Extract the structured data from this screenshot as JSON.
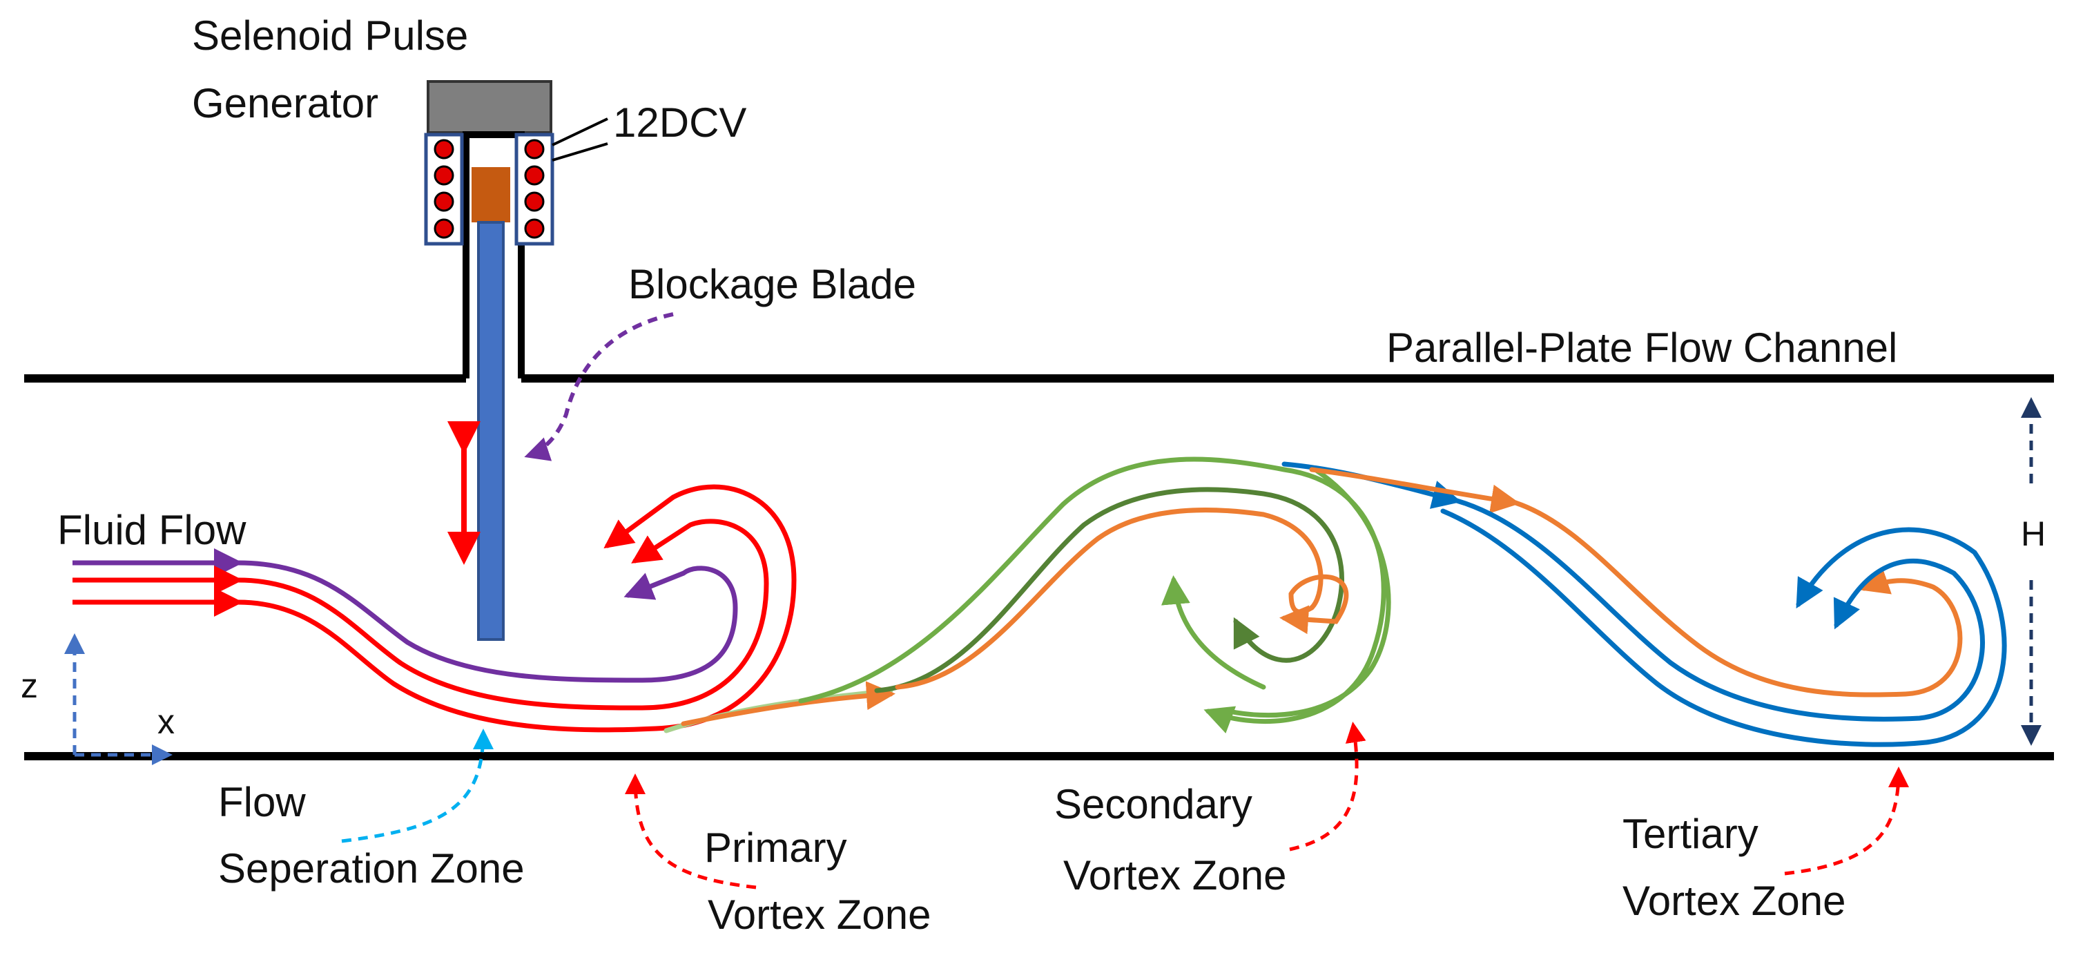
{
  "labels": {
    "selenoid_line1": "Selenoid Pulse",
    "selenoid_line2": "Generator",
    "voltage": "12DCV",
    "blade": "Blockage Blade",
    "channel": "Parallel-Plate Flow Channel",
    "fluid_flow": "Fluid Flow",
    "height": "H",
    "axis_z": "z",
    "axis_x": "x",
    "separation_line1": "Flow",
    "separation_line2": "Seperation Zone",
    "primary_line1": "Primary",
    "primary_line2": "Vortex Zone",
    "secondary_line1": "Secondary",
    "secondary_line2": "Vortex Zone",
    "tertiary_line1": "Tertiary",
    "tertiary_line2": "Vortex Zone"
  },
  "colors": {
    "plate": "#000000",
    "generator": "#7f7f7f",
    "coil_box": "#2f4f8f",
    "coil_dot": "#e00000",
    "plunger": "#c55a11",
    "blade": "#4472c4",
    "primary_stream": "#ff0000",
    "blade_wake": "#7030a0",
    "secondary_light": "#70ad47",
    "secondary_dark": "#548235",
    "stream_orange": "#ed7d31",
    "tertiary_stream": "#0070c0",
    "height_arrow": "#1f3864",
    "axis": "#4472c4",
    "annotation_red": "#ff0000",
    "annotation_cyan": "#00b0f0",
    "annotation_purple": "#7030a0"
  }
}
